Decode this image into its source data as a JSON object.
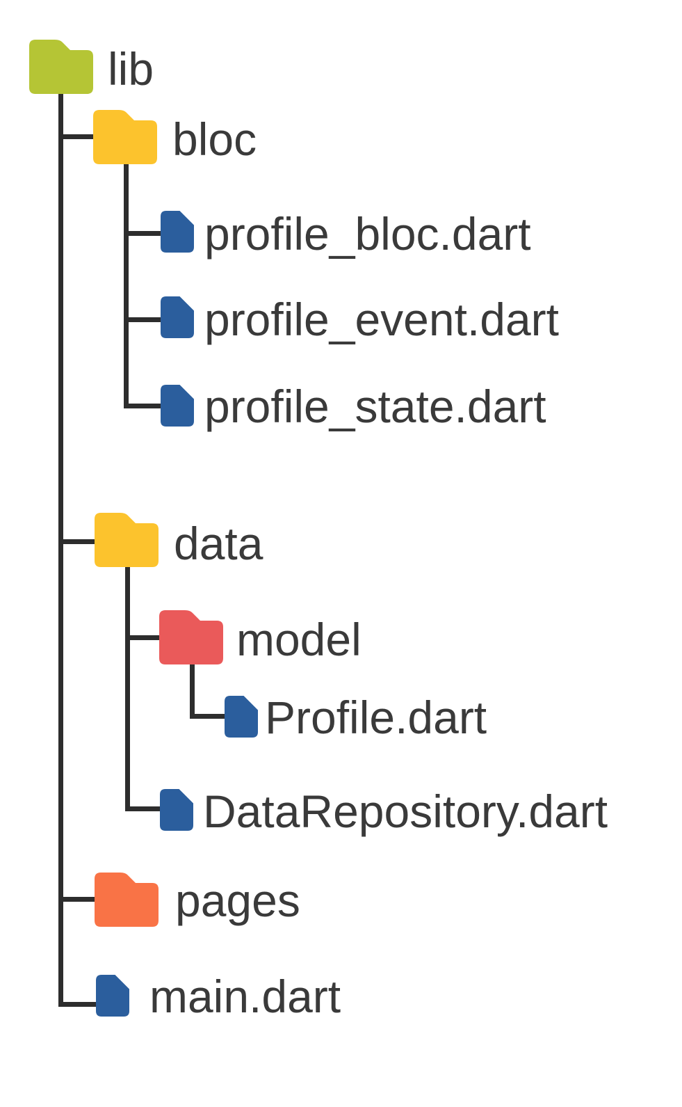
{
  "background": "#ffffff",
  "colors": {
    "lib_folder": "#b5c535",
    "yellow_folder": "#fcc32d",
    "red_folder": "#ea5a5a",
    "orange_folder": "#f97346",
    "file_blue": "#2b5e9d",
    "connector_line": "#2d2d2d",
    "label_text": "#3a3a3a"
  },
  "nodes": {
    "lib": {
      "label": "lib",
      "type": "folder"
    },
    "bloc": {
      "label": "bloc",
      "type": "folder"
    },
    "profile_bloc": {
      "label": "profile_bloc.dart",
      "type": "file"
    },
    "profile_event": {
      "label": "profile_event.dart",
      "type": "file"
    },
    "profile_state": {
      "label": "profile_state.dart",
      "type": "file"
    },
    "data": {
      "label": "data",
      "type": "folder"
    },
    "model": {
      "label": "model",
      "type": "folder"
    },
    "profile_model": {
      "label": "Profile.dart",
      "type": "file"
    },
    "data_repository": {
      "label": "DataRepository.dart",
      "type": "file"
    },
    "pages": {
      "label": "pages",
      "type": "folder"
    },
    "main": {
      "label": "main.dart",
      "type": "file"
    }
  },
  "hierarchy": {
    "label": "lib",
    "children": [
      {
        "label": "bloc",
        "children": [
          {
            "label": "profile_bloc.dart"
          },
          {
            "label": "profile_event.dart"
          },
          {
            "label": "profile_state.dart"
          }
        ]
      },
      {
        "label": "data",
        "children": [
          {
            "label": "model",
            "children": [
              {
                "label": "Profile.dart"
              }
            ]
          },
          {
            "label": "DataRepository.dart"
          }
        ]
      },
      {
        "label": "pages"
      },
      {
        "label": "main.dart"
      }
    ]
  }
}
